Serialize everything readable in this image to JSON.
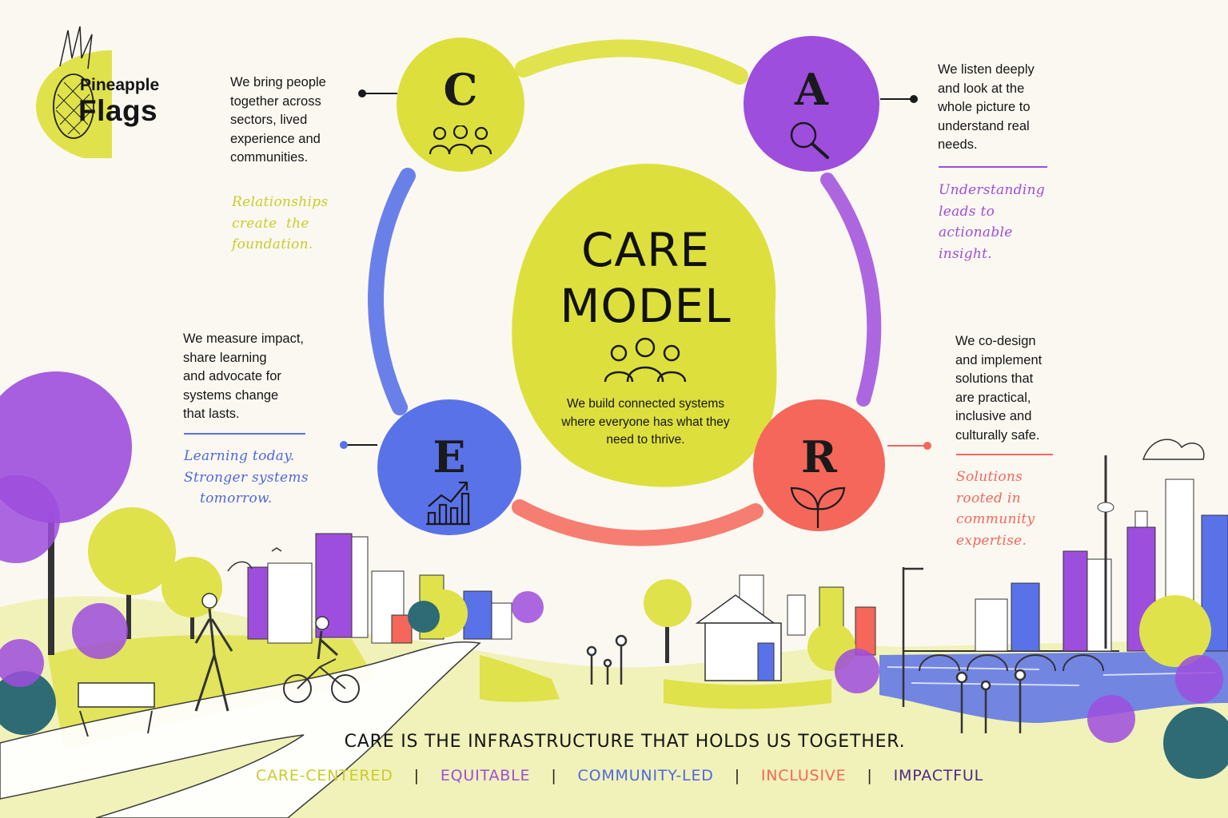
{
  "logo": {
    "line1": "Pineapple",
    "line2": "Flags"
  },
  "center": {
    "title_line1": "CARE",
    "title_line2": "MODEL",
    "subtitle": "We build connected systems where everyone has what they need to thrive."
  },
  "pillars": [
    {
      "letter": "C",
      "color": "#dde03c",
      "icon": "people-group-icon",
      "description": [
        "We bring people",
        "together across",
        "sectors, lived",
        "experience and",
        "communities."
      ],
      "tagline": [
        "Relationships",
        "create  the",
        "foundation."
      ]
    },
    {
      "letter": "A",
      "color": "#9d4edd",
      "icon": "magnifier-icon",
      "description": [
        "We listen deeply",
        "and look at the",
        "whole picture to",
        "understand real",
        "needs."
      ],
      "tagline": [
        "Understanding",
        "leads to",
        "actionable",
        "insight."
      ]
    },
    {
      "letter": "R",
      "color": "#f4675a",
      "icon": "leaf-sprout-icon",
      "description": [
        "We co-design",
        "and implement",
        "solutions that",
        "are practical,",
        "inclusive and",
        "culturally safe."
      ],
      "tagline": [
        "Solutions",
        "rooted in",
        "community",
        "expertise."
      ]
    },
    {
      "letter": "E",
      "color": "#5a72e8",
      "icon": "growth-chart-icon",
      "description": [
        "We measure impact,",
        "share learning",
        "and advocate for",
        "systems change",
        "that lasts."
      ],
      "tagline": [
        "Learning today.",
        "Stronger systems",
        "tomorrow."
      ]
    }
  ],
  "footer": {
    "tagline": "CARE IS THE INFRASTRUCTURE THAT HOLDS US TOGETHER.",
    "values": [
      {
        "label": "CARE-CENTERED",
        "color": "#c9cc2a"
      },
      {
        "label": "EQUITABLE",
        "color": "#9d4edd"
      },
      {
        "label": "COMMUNITY-LED",
        "color": "#4d68e0"
      },
      {
        "label": "INCLUSIVE",
        "color": "#f4675a"
      },
      {
        "label": "IMPACTFUL",
        "color": "#4b2a8a"
      }
    ]
  }
}
